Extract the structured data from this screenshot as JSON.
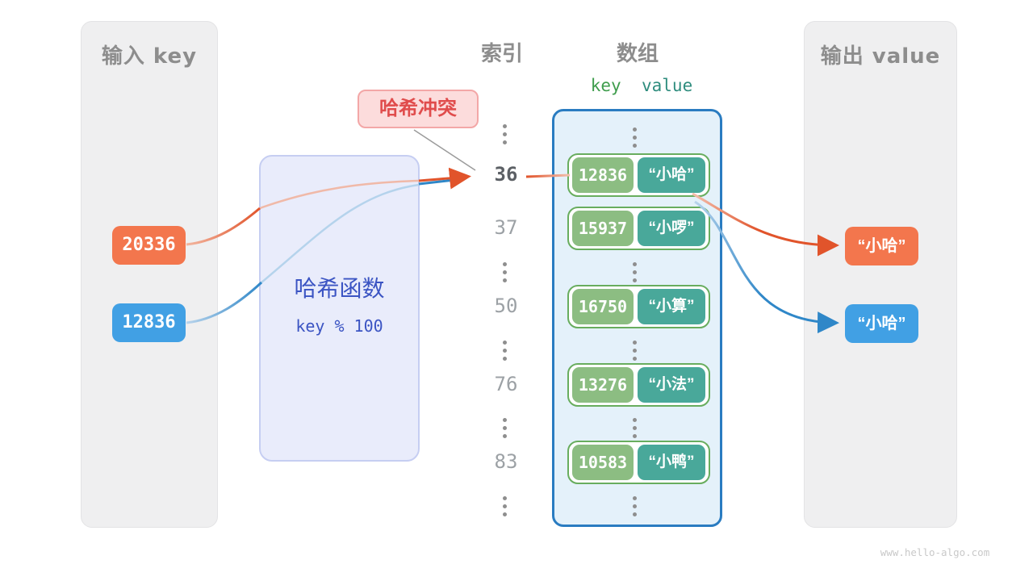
{
  "input_panel": {
    "title": "输入 key",
    "keys": [
      {
        "label": "20336",
        "color": "#F3764D"
      },
      {
        "label": "12836",
        "color": "#41A0E4"
      }
    ]
  },
  "hash_function": {
    "title": "哈希函数",
    "formula": "key % 100"
  },
  "collision_badge": {
    "label": "哈希冲突"
  },
  "index_column": {
    "title": "索引",
    "values": [
      {
        "label": "36",
        "highlight": true
      },
      {
        "label": "37"
      },
      {
        "label": "50"
      },
      {
        "label": "76"
      },
      {
        "label": "83"
      }
    ]
  },
  "array_panel": {
    "title": "数组",
    "key_header": "key",
    "value_header": "value",
    "rows": [
      {
        "key": "12836",
        "value": "“小哈”"
      },
      {
        "key": "15937",
        "value": "“小啰”"
      },
      {
        "key": "16750",
        "value": "“小算”"
      },
      {
        "key": "13276",
        "value": "“小法”"
      },
      {
        "key": "10583",
        "value": "“小鸭”"
      }
    ]
  },
  "output_panel": {
    "title": "输出 value",
    "values": [
      {
        "label": "“小哈”",
        "color": "#F3764D"
      },
      {
        "label": "“小哈”",
        "color": "#41A0E4"
      }
    ]
  },
  "watermark": "www.hello-algo.com",
  "colors": {
    "orange": "#F3764D",
    "blue": "#41A0E4",
    "key_green": "#8CBD82",
    "value_teal": "#49A89A",
    "array_border": "#2A7CC1",
    "hash_text": "#3B54C3",
    "collision_red": "#E04C4C",
    "panel_gray": "#EFEFF0"
  }
}
